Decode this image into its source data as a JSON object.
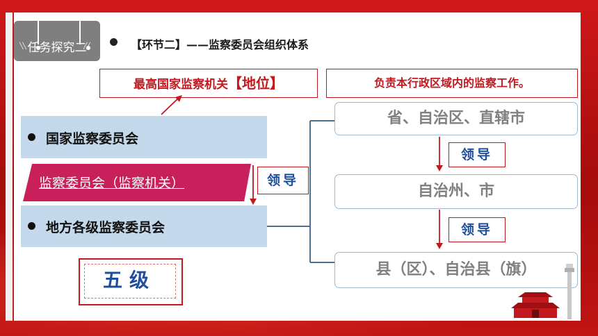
{
  "tab": {
    "label": "任务探究二"
  },
  "headline": "【环节二】——监察委员会组织体系",
  "status_box": {
    "prefix": "最高国家监察机关",
    "emphasis": "【地位】"
  },
  "duty_box": "负责本行政区域内的监察工作。",
  "left": {
    "national": "国家监察委员会",
    "highlight": "监察委员会（监察机关）",
    "local": "地方各级监察委员会",
    "lead": "领导",
    "five_levels": "五级"
  },
  "levels": [
    "省、自治区、直辖市",
    "自治州、市",
    "县（区）、自治县（旗）"
  ],
  "lead_labels": [
    "领导",
    "领导"
  ],
  "colors": {
    "accent_red": "#c3181e",
    "lead_blue": "#1f4e9c",
    "highlight_pink": "#c8205a",
    "bar_blue": "#c5d9ec"
  }
}
